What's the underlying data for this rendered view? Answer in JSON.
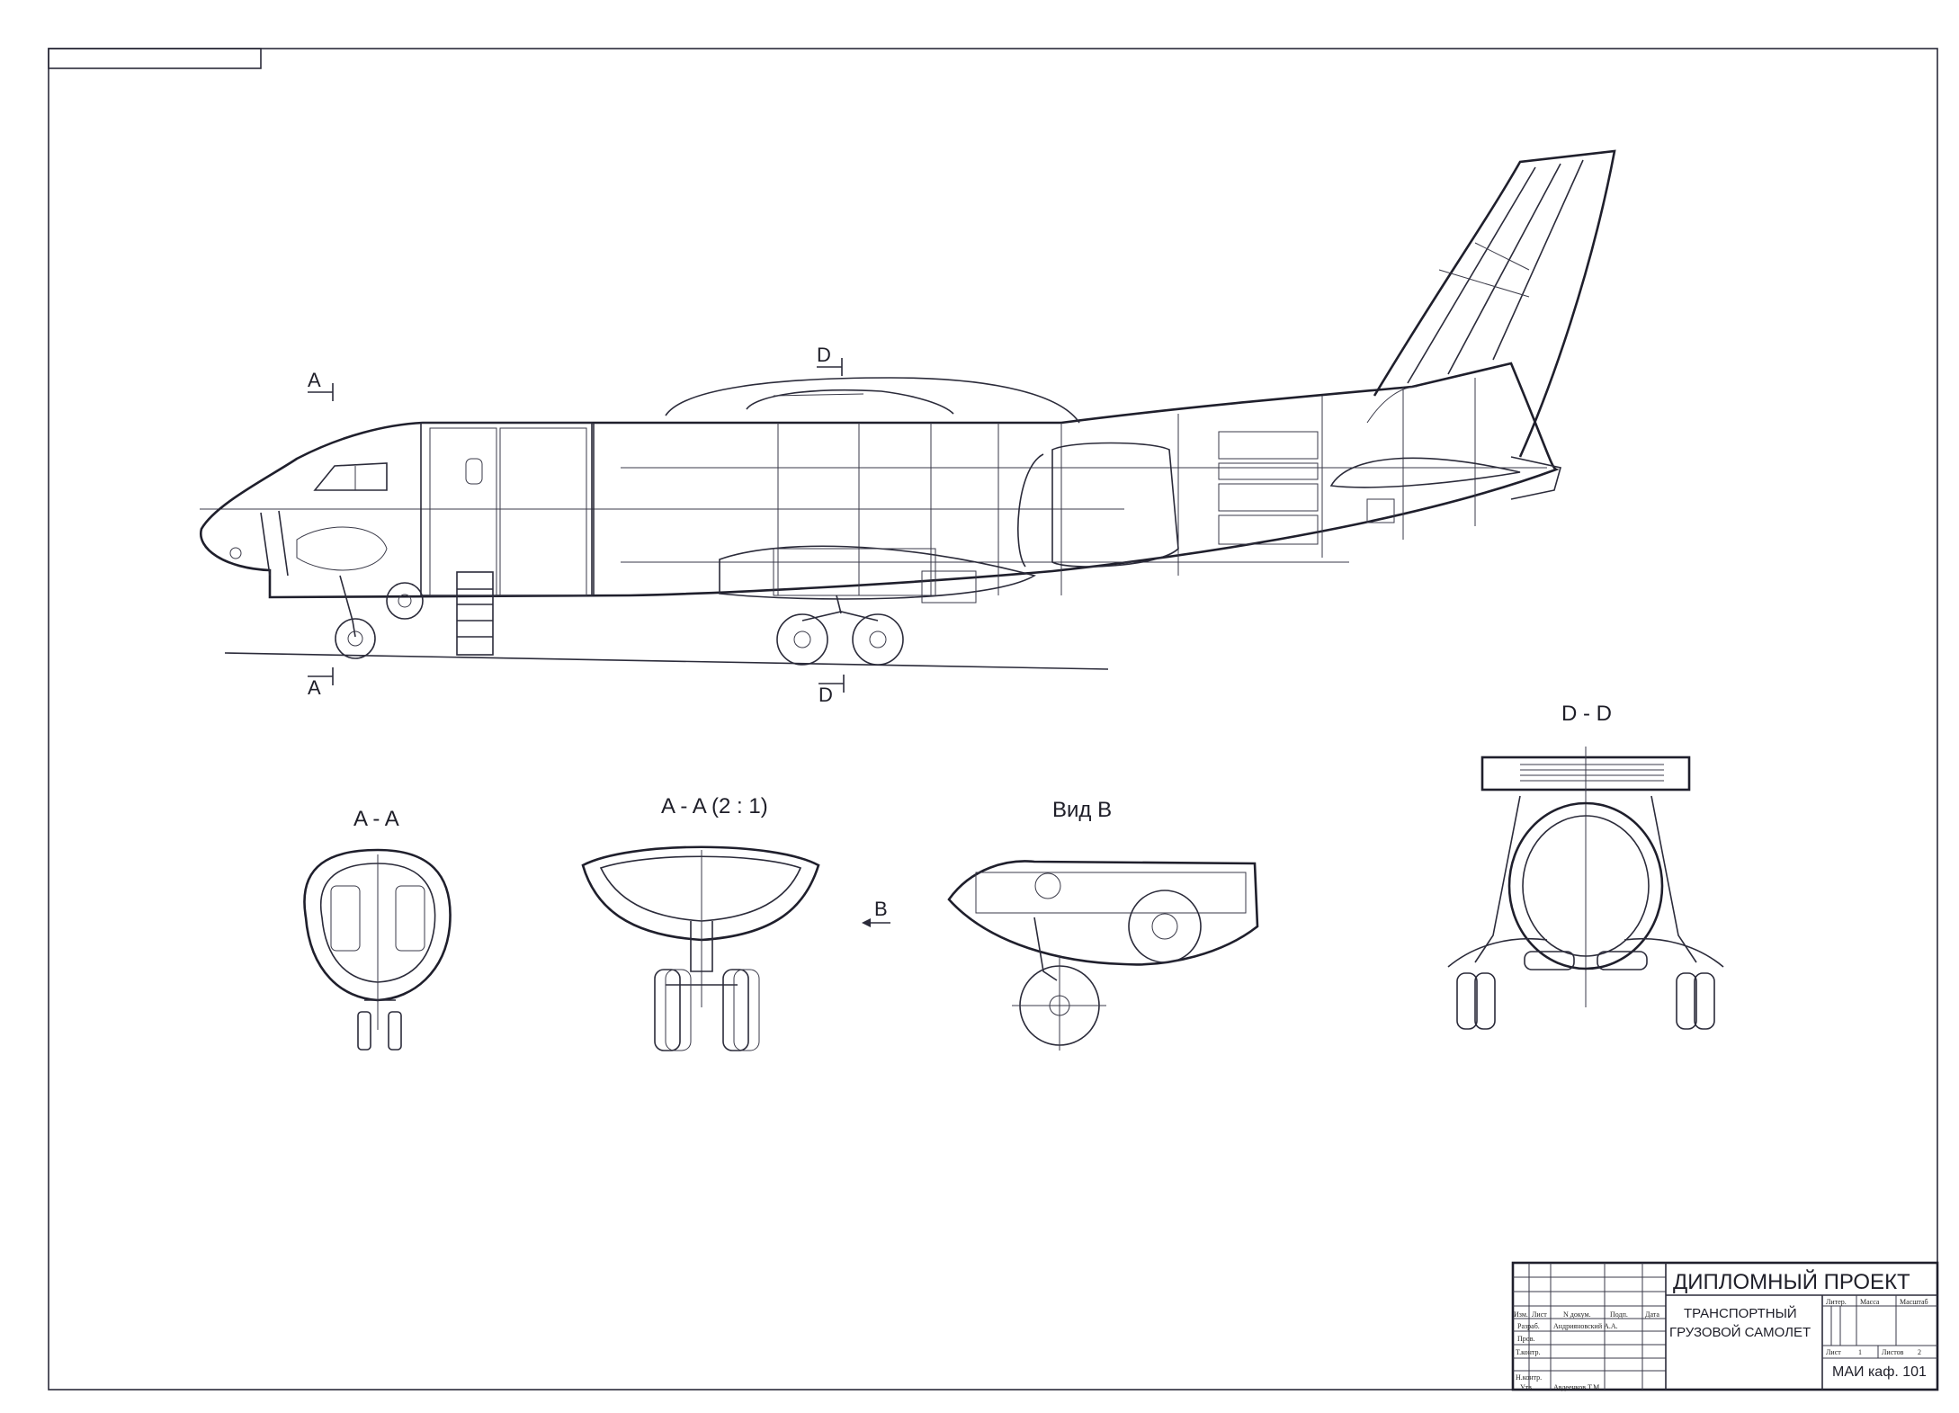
{
  "section_marks": {
    "a_top": "A",
    "a_bottom": "A",
    "d_top": "D",
    "d_bottom": "D",
    "b_arrow": "B"
  },
  "views": {
    "aa_title": "A - A",
    "aa_scaled_title": "A - A (2  : 1)",
    "vid_b_title": "Вид В",
    "dd_title": "D - D"
  },
  "title_block": {
    "project": "ДИПЛОМНЫЙ ПРОЕКТ",
    "name_line1": "ТРАНСПОРТНЫЙ",
    "name_line2": "ГРУЗОВОЙ САМОЛЕТ",
    "org": "МАИ каф. 101",
    "col_izm": "Изм.",
    "col_list": "Лист",
    "col_ndoc": "N докум.",
    "col_podp": "Подп.",
    "col_data": "Дата",
    "role_razrab": "Разраб.",
    "name_razrab": "Андрияновский А.А.",
    "role_prov": "Пров.",
    "role_tkontr": "Т.контр.",
    "role_nkontr": "Н.контр.",
    "role_utv": "Утв.",
    "name_utv": "Авдеенков Т.М.",
    "lit": "Литер.",
    "massa": "Масса",
    "masshtab": "Масштаб",
    "list_label": "Лист",
    "list_value": "1",
    "listov_label": "Листов",
    "listov_value": "2"
  }
}
